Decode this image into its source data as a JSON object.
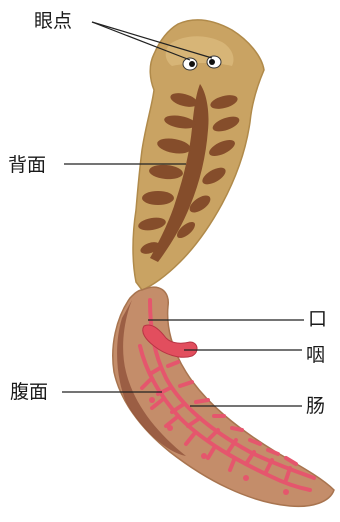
{
  "labels": {
    "eyespot": "眼点",
    "dorsal": "背面",
    "ventral": "腹面",
    "mouth": "口",
    "pharynx": "咽",
    "intestine": "肠"
  },
  "colors": {
    "body": "#c9a363",
    "body_edge": "#b08a4a",
    "pigment": "#7a3f22",
    "ventral_body": "#c48d6a",
    "intestine": "#e5566d",
    "pharynx": "#e24e5e",
    "leader": "#222222"
  }
}
